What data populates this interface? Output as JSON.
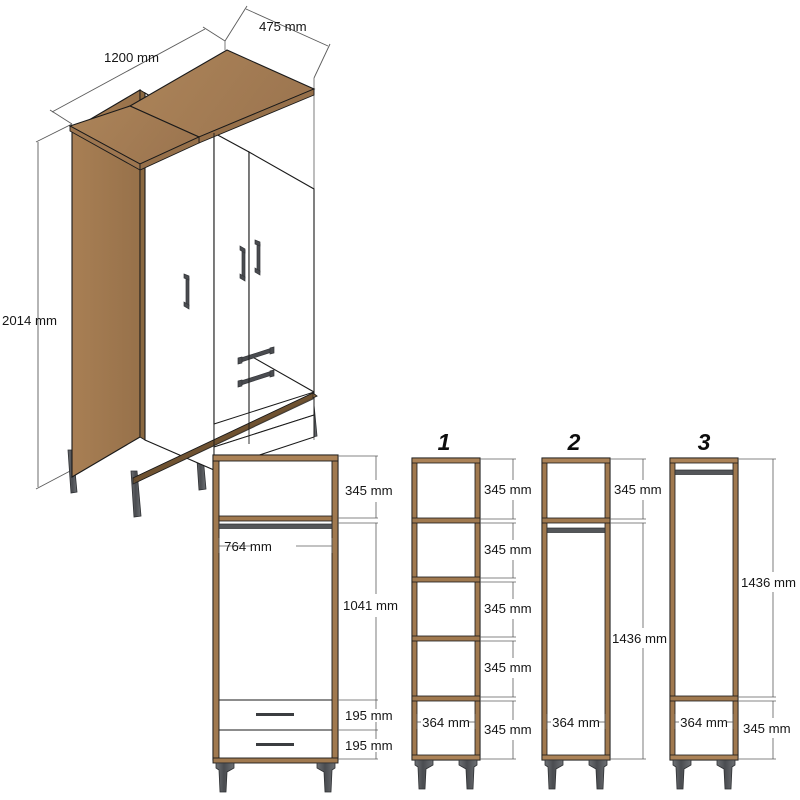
{
  "document": {
    "type": "furniture-technical-drawing",
    "subject": "3-door wardrobe with 2 drawers",
    "unit": "mm"
  },
  "isometric_view": {
    "name": "isometric-wardrobe-view",
    "dimensions": {
      "width_label": "1200 mm",
      "depth_label": "475 mm",
      "height_label": "2014 mm"
    },
    "features": {
      "door_count": 3,
      "drawer_count": 2,
      "leg_count": 4
    }
  },
  "front_view": {
    "name": "front-elevation",
    "dimensions": {
      "top_shelf_label": "345 mm",
      "inner_width_label": "764 mm",
      "hanging_height_label": "1041 mm",
      "drawer_1_label": "195 mm",
      "drawer_2_label": "195 mm"
    }
  },
  "sections": [
    {
      "title": "1",
      "name": "section-one-shelving",
      "inner_width_label": "364 mm",
      "compartments": [
        "345 mm",
        "345 mm",
        "345 mm",
        "345 mm",
        "345 mm"
      ]
    },
    {
      "title": "2",
      "name": "section-two-hanging",
      "inner_width_label": "364 mm",
      "top_shelf_label": "345 mm",
      "hanging_height_label": "1436 mm"
    },
    {
      "title": "3",
      "name": "section-three-hanging",
      "inner_width_label": "364 mm",
      "hanging_height_label": "1436 mm",
      "bottom_shelf_label": "345 mm"
    }
  ],
  "colors": {
    "wood_face": "#a0794f",
    "wood_light": "#ab8257",
    "wood_dark": "#8a6840",
    "wood_edge": "#6b4f2f",
    "panel_white": "#ffffff",
    "outline": "#1a1a1a",
    "metal": "#545659",
    "metal_dark": "#3b3d40",
    "dim_line": "#5b5b5b"
  }
}
